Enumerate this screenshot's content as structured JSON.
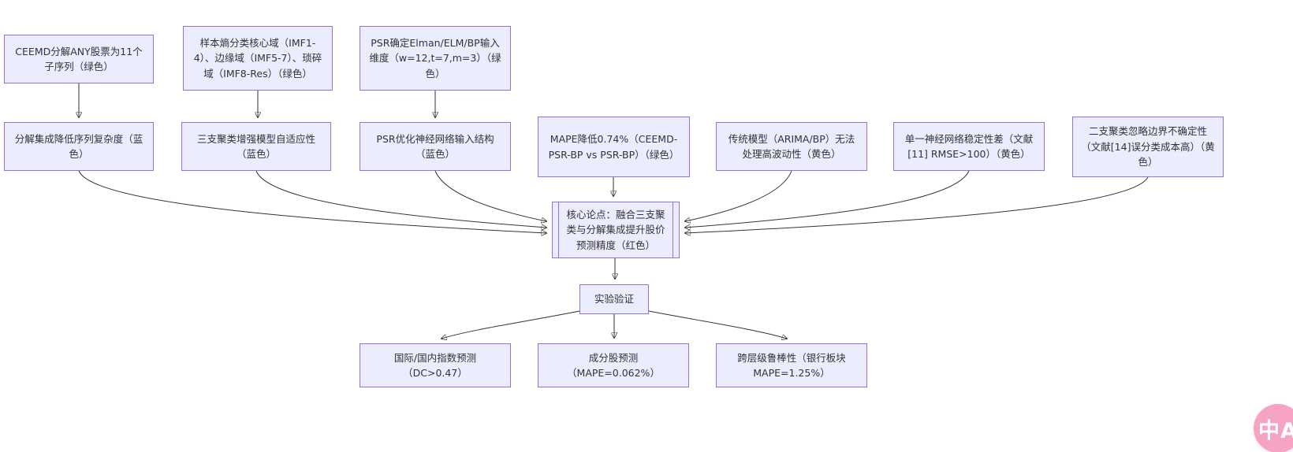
{
  "diagram": {
    "type": "flowchart",
    "nodes": {
      "ceemd": {
        "label": "CEEMD分解ANY股票为11个子序列（绿色）"
      },
      "entropy": {
        "label": "样本熵分类核心域（IMF1-4）、边缘域（IMF5-7）、琐碎域（IMF8-Res）（绿色）"
      },
      "psr_input": {
        "label": "PSR确定Elman/ELM/BP输入维度（w=12,t=7,m=3）（绿色）"
      },
      "decomp": {
        "label": "分解集成降低序列复杂度（蓝色）"
      },
      "threeway": {
        "label": "三支聚类增强模型自适应性（蓝色）"
      },
      "psr_opt": {
        "label": "PSR优化神经网络输入结构（蓝色）"
      },
      "mape": {
        "label": "MAPE降低0.74%（CEEMD-PSR-BP vs PSR-BP）（绿色）"
      },
      "traditional": {
        "label": "传统模型（ARIMA/BP）无法处理高波动性（黄色）"
      },
      "singlenn": {
        "label": "单一神经网络稳定性差（文献[11] RMSE>100）（黄色）"
      },
      "twoway": {
        "label": "二支聚类忽略边界不确定性（文献[14]误分类成本高）（黄色）"
      },
      "core": {
        "label": "核心论点：融合三支聚类与分解集成提升股价预测精度（红色）"
      },
      "experiment": {
        "label": "实验验证"
      },
      "index_pred": {
        "label": "国际/国内指数预测（DC>0.47）"
      },
      "component": {
        "label": "成分股预测（MAPE=0.062%）"
      },
      "robust": {
        "label": "跨层级鲁棒性（银行板块 MAPE=1.25%）"
      }
    },
    "colors": {
      "node_fill": "#ECECFF",
      "node_border": "#9370DB",
      "arrow": "#333333",
      "text": "#333333"
    }
  },
  "translate_button": {
    "label": "中A",
    "color": "#f7a3c3"
  }
}
